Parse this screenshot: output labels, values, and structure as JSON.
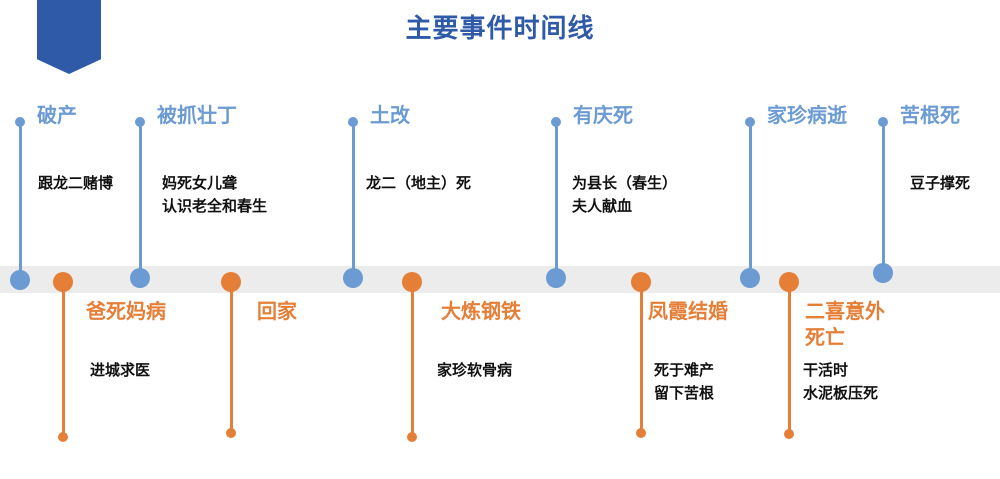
{
  "title": "主要事件时间线",
  "colors": {
    "upper": "#6b9bd2",
    "lower": "#e57f38",
    "title": "#2f5aa7"
  },
  "upper_events": [
    {
      "label": "破产",
      "desc": [
        "跟龙二赌博"
      ]
    },
    {
      "label": "被抓壮丁",
      "desc": [
        "妈死女儿聋",
        "认识老全和春生"
      ]
    },
    {
      "label": "土改",
      "desc": [
        "龙二（地主）死"
      ]
    },
    {
      "label": "有庆死",
      "desc": [
        "为县长（春生）",
        "夫人献血"
      ]
    },
    {
      "label": "家珍病逝",
      "desc": []
    },
    {
      "label": "苦根死",
      "desc": [
        "豆子撑死"
      ]
    }
  ],
  "lower_events": [
    {
      "label": "爸死妈病",
      "desc": [
        "进城求医"
      ]
    },
    {
      "label": "回家",
      "desc": []
    },
    {
      "label": "大炼钢铁",
      "desc": [
        "家珍软骨病"
      ]
    },
    {
      "label": "凤霞结婚",
      "desc": [
        "死于难产",
        "留下苦根"
      ]
    },
    {
      "label": "二喜意外",
      "label2": "死亡",
      "desc": [
        "干活时",
        "水泥板压死"
      ]
    }
  ]
}
